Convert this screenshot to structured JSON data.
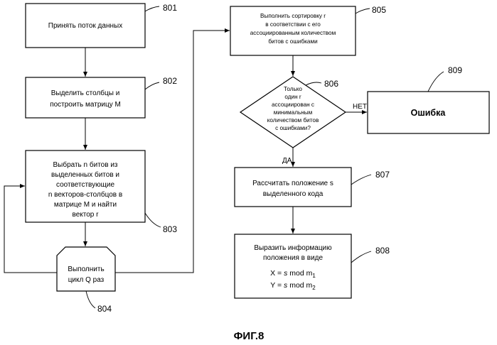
{
  "blocks": {
    "b801": {
      "ref": "801",
      "lines": [
        "Принять поток данных"
      ]
    },
    "b802": {
      "ref": "802",
      "lines": [
        "Выделить столбцы и",
        "построить матрицу M"
      ]
    },
    "b803": {
      "ref": "803",
      "lines": [
        "Выбрать n битов из",
        "выделенных битов и",
        "соответствующие",
        "n векторов-столбцов в",
        "матрице M и найти",
        "вектор r"
      ]
    },
    "b804": {
      "ref": "804",
      "lines": [
        "Выполнить",
        "цикл Q раз"
      ]
    },
    "b805": {
      "ref": "805",
      "lines": [
        "Выполнить сортировку r",
        "в соответствии с его",
        "ассоциированным количеством",
        "битов с ошибками"
      ]
    },
    "b806": {
      "ref": "806",
      "lines": [
        "Только",
        "один r",
        "ассоциирован с",
        "минимальным",
        "количеством битов",
        "с ошибками?"
      ]
    },
    "b807": {
      "ref": "807",
      "lines": [
        "Рассчитать положение s",
        "выделенного кода"
      ]
    },
    "b808": {
      "ref": "808",
      "lines": [
        "Выразить информацию",
        "положения в виде"
      ],
      "formula1": {
        "lhs": "X = ",
        "var": "s",
        "mid": " mod m",
        "sub": "1"
      },
      "formula2": {
        "lhs": "Y = ",
        "var": "s",
        "mid": " mod m",
        "sub": "2"
      }
    },
    "b809": {
      "ref": "809",
      "lines": [
        "Ошибка"
      ]
    }
  },
  "edges": {
    "no_label": "НЕТ",
    "yes_label": "ДА"
  },
  "caption": "ФИГ.8"
}
